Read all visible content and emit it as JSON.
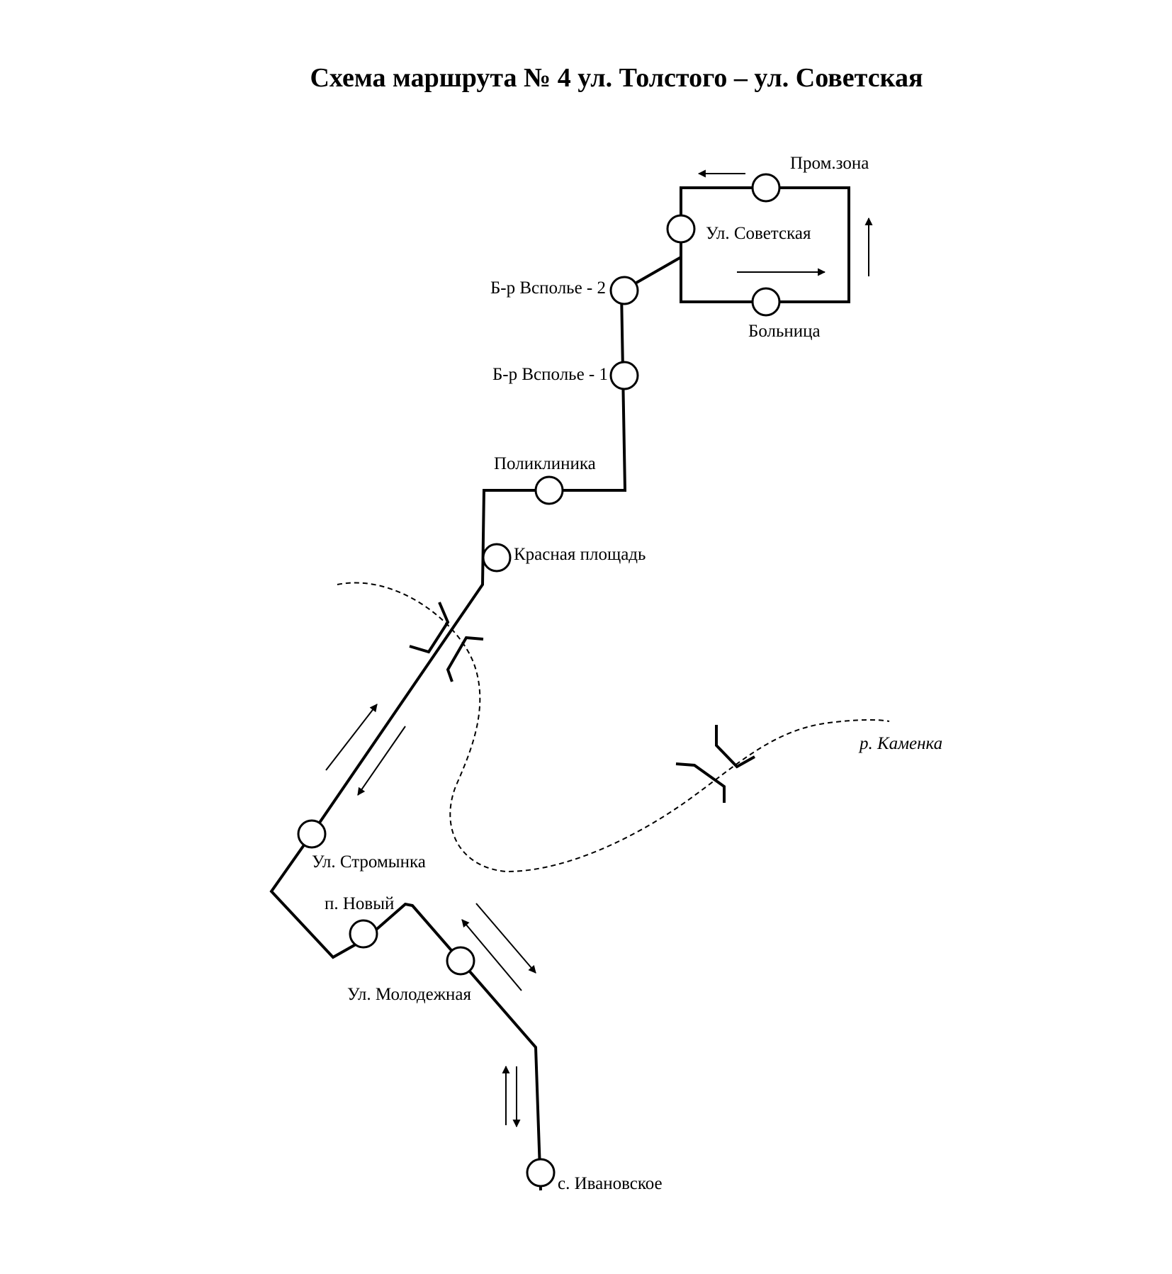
{
  "title": "Схема маршрута № 4 ул. Толстого – ул. Советская",
  "stops": {
    "promzona": "Пром.зона",
    "sovetskaya": "Ул. Советская",
    "bolnitsa": "Больница",
    "vspolye2": "Б-р Всполье - 2",
    "vspolye1": "Б-р Всполье - 1",
    "poliklinika": "Поликлиника",
    "krasnaya": "Красная площадь",
    "stromynka": "Ул. Стромынка",
    "novy": "п. Новый",
    "molodezhnaya": "Ул. Молодежная",
    "ivanovskoe": "с. Ивановское"
  },
  "river": {
    "label": "р. Каменка"
  }
}
